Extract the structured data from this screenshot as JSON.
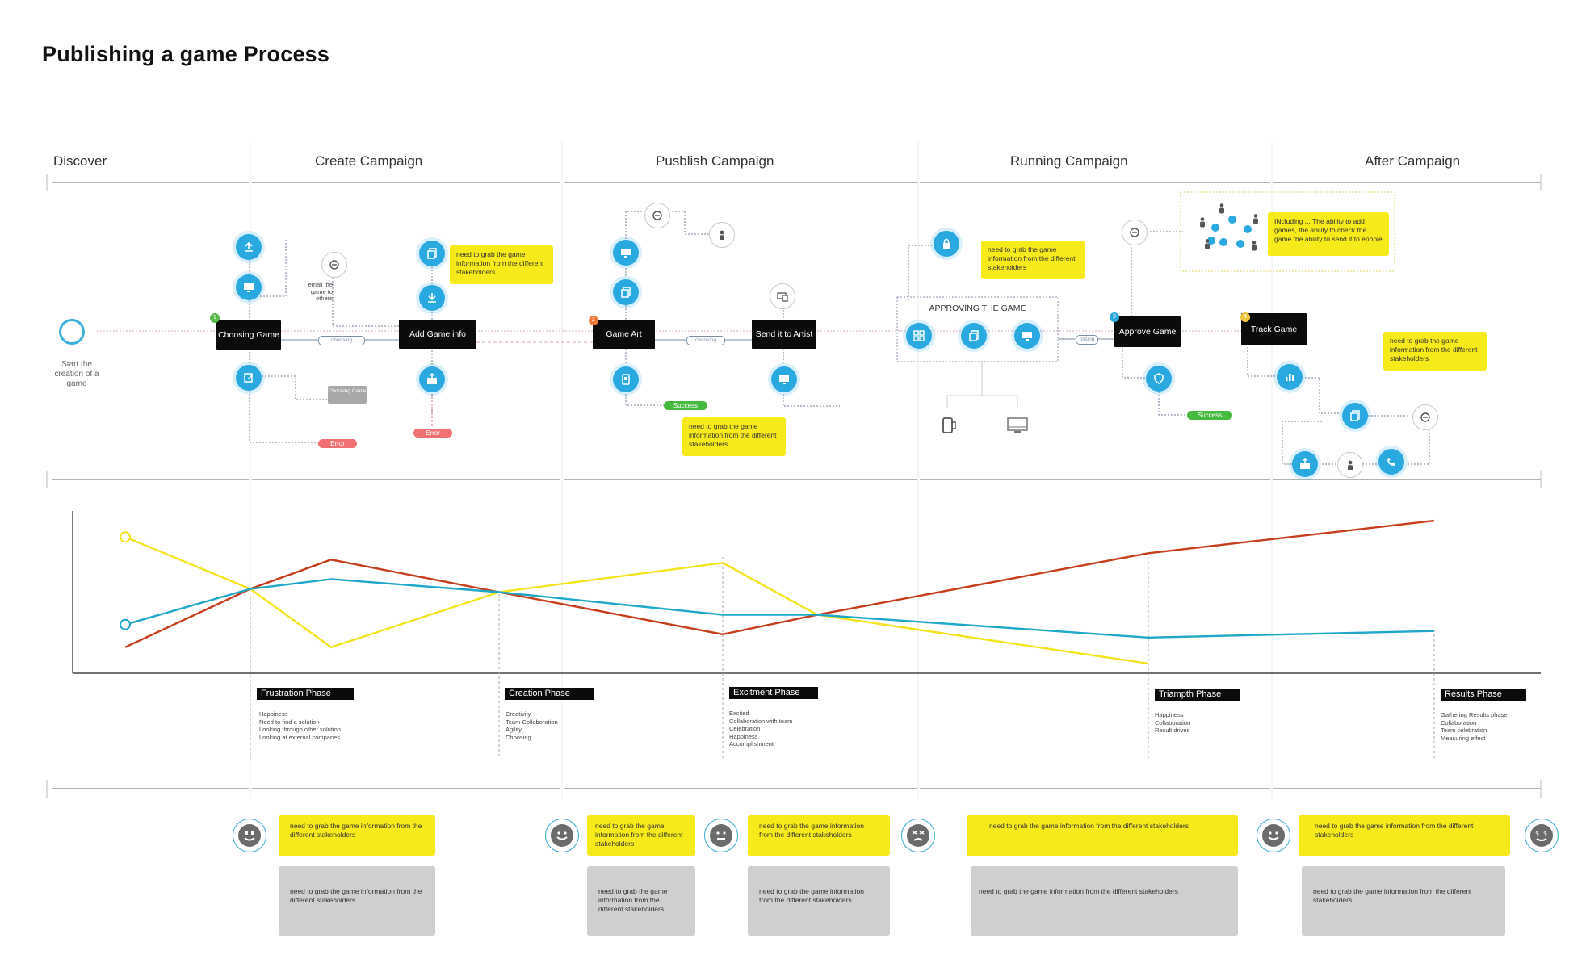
{
  "title": "Publishing a game Process",
  "phases": [
    "Discover",
    "Create Campaign",
    "Pusblish Campaign",
    "Running Campaign",
    "After Campaign"
  ],
  "start_label": "Start the creation of a game",
  "nodes": {
    "choosing_game": "Choosing Game",
    "add_game_info": "Add Game info",
    "game_art": "Game Art",
    "send_artist": "Send it to Artist",
    "approve_game": "Approve Game",
    "track_game": "Track Game"
  },
  "approving_label": "APPROVING THE GAME",
  "email_text": "email the game to others",
  "connector_choosing": "choosing",
  "connector_choosing2": "choosing",
  "connector_approve": "ossing",
  "grey_chip": "Choosing Game",
  "error_label": "Error",
  "success_label": "Success",
  "notes": {
    "grab": "need to grab the game information from the different stakeholders",
    "including": "INcluding ... The ability to add games, the ability to check the game the ability to send it to epople"
  },
  "steps": [
    "1",
    "2",
    "3",
    "4"
  ],
  "icons": [
    "upload-icon",
    "monitor-icon",
    "sync-icon",
    "edit-icon",
    "copy-icon",
    "download-icon",
    "send-icon",
    "person-icon",
    "lock-icon",
    "grid-icon",
    "shield-icon",
    "chart-icon",
    "phone-icon",
    "desktop-icon",
    "support-icon"
  ],
  "emotion_phases": [
    {
      "label": "Frustration Phase",
      "items": [
        "Happiness",
        "Need to find a solution",
        "Looking through other solution",
        "Looking at external companes"
      ]
    },
    {
      "label": "Creation Phase",
      "items": [
        "Creativity",
        "Team Collaboration",
        "Agility",
        "Choosing"
      ]
    },
    {
      "label": "Excitment Phase",
      "items": [
        "Excited",
        "Collaboration with team",
        "Celebration",
        "Happiness",
        "Accomplishment"
      ]
    },
    {
      "label": "Triampth Phase",
      "items": [
        "Happiness",
        "Collaboration",
        "Result drives"
      ]
    },
    {
      "label": "Results Phase",
      "items": [
        "Gathering Results phase",
        "Collaboration",
        "Team celebration",
        "Measuring effect"
      ]
    }
  ],
  "colors": {
    "yellow": "#f2e31d",
    "red": "#c63d1c",
    "blue": "#1fa7c8",
    "icon_blue": "#2aa9e0",
    "error": "#f07073",
    "success": "#46b93f"
  },
  "chart_data": {
    "type": "line",
    "x": [
      0,
      1,
      2,
      3,
      4,
      5,
      6,
      7
    ],
    "series": [
      {
        "values": [
          4.2,
          2.6,
          0.8,
          2.5,
          3.4,
          1.8,
          0.3,
          null
        ]
      },
      {
        "values": [
          0.8,
          2.6,
          3.5,
          2.5,
          1.2,
          1.8,
          3.7,
          4.7
        ]
      },
      {
        "values": [
          1.5,
          2.6,
          2.9,
          2.5,
          1.8,
          1.8,
          1.1,
          1.3
        ]
      }
    ],
    "ylim": [
      0,
      5
    ],
    "grid": false
  },
  "feelings": {
    "notes": [
      "need to grab the game information from the different stakeholders",
      "need to grab the game information from the different stakeholders",
      "need to grab the game information from the different stakeholders",
      "need to grab the game information from the different stakeholders",
      "need to grab the game information from the different stakeholders"
    ],
    "greys": [
      "need to grab the game information from the different stakeholders",
      "need to grab the game information from the different stakeholders",
      "need to grab the game information from the different stakeholders",
      "need to grab the game information from the different stakeholders",
      "need to grab the game information from the different stakeholders"
    ]
  }
}
